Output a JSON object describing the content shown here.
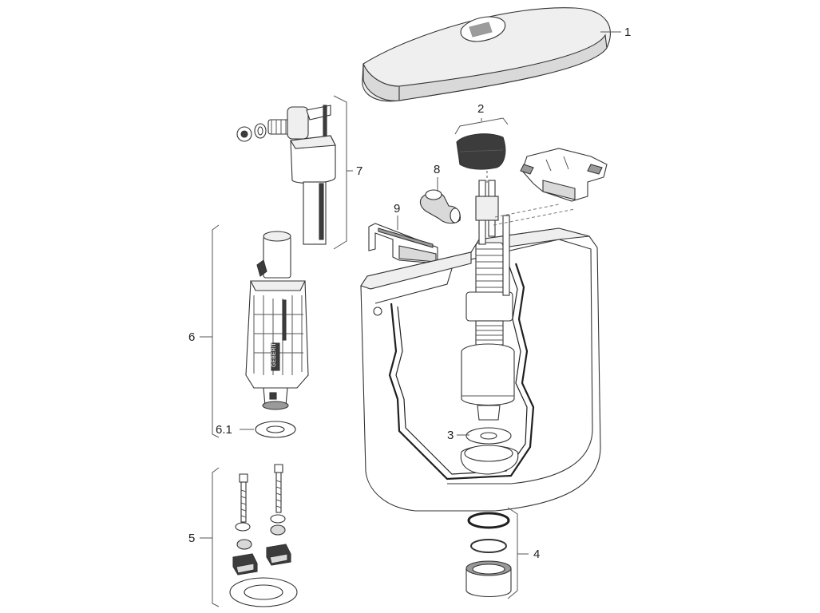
{
  "labels": {
    "l1": "1",
    "l2": "2",
    "l3": "3",
    "l4": "4",
    "l5": "5",
    "l6": "6",
    "l6_1": "6.1",
    "l7": "7",
    "l8": "8",
    "l9": "9"
  },
  "brand_mark": "GEBERIT"
}
